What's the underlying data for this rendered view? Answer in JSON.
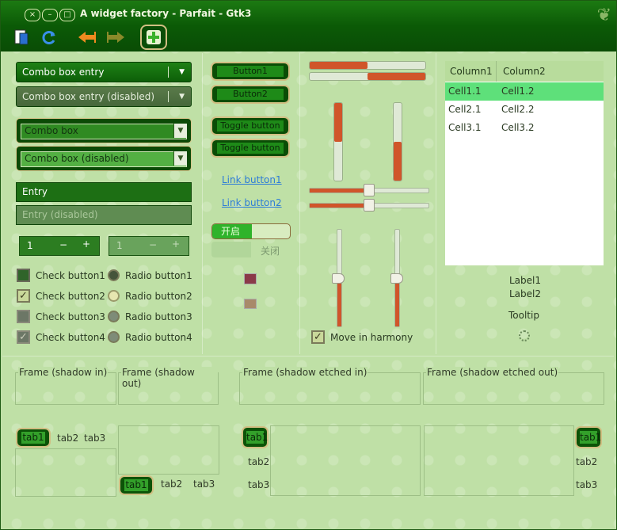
{
  "window": {
    "title": "A widget factory - Parfait - Gtk3",
    "controls": [
      "×",
      "–",
      "□"
    ]
  },
  "toolbar": {
    "items": [
      "document-icon",
      "refresh-icon",
      "back-icon",
      "forward-icon",
      "add-icon"
    ]
  },
  "col1": {
    "combo_entry": "Combo box entry",
    "combo_entry_disabled": "Combo box entry (disabled)",
    "combo": "Combo box",
    "combo_disabled": "Combo box (disabled)",
    "entry": "Entry",
    "entry_disabled": "Entry (disabled)",
    "spin_value": "1",
    "spin_disabled_value": "1",
    "spin_minus": "−",
    "spin_plus": "+",
    "checks": [
      "Check button1",
      "Check button2",
      "Check button3",
      "Check button4"
    ],
    "radios": [
      "Radio button1",
      "Radio button2",
      "Radio button3",
      "Radio button4"
    ]
  },
  "col2": {
    "button1": "Button1",
    "button2": "Button2",
    "toggle1": "Toggle button",
    "toggle2": "Toggle button",
    "link1": "Link button1",
    "link2": "Link button2",
    "switch_on": "开启",
    "switch_off": "关闭"
  },
  "col3": {
    "progress1": 0.5,
    "progress2": 0.5,
    "vprogress1": 0.5,
    "vprogress2": 0.5,
    "scale1": 0.5,
    "scale2": 0.5,
    "move_in_harmony": "Move in harmony"
  },
  "tree": {
    "columns": [
      "Column1",
      "Column2"
    ],
    "rows": [
      [
        "Cell1.1",
        "Cell1.2"
      ],
      [
        "Cell2.1",
        "Cell2.2"
      ],
      [
        "Cell3.1",
        "Cell3.2"
      ]
    ]
  },
  "col4": {
    "label1": "Label1",
    "label2": "Label2",
    "tooltip": "Tooltip"
  },
  "frames": [
    "Frame (shadow in)",
    "Frame (shadow out)",
    "Frame (shadow etched in)",
    "Frame (shadow etched out)"
  ],
  "tabs": [
    "tab1",
    "tab2",
    "tab3"
  ],
  "colors": {
    "titlebar": "#0b5a06",
    "window_bg": "#bfe0a6",
    "accent": "#d0552a",
    "selection": "#5ee07a"
  }
}
